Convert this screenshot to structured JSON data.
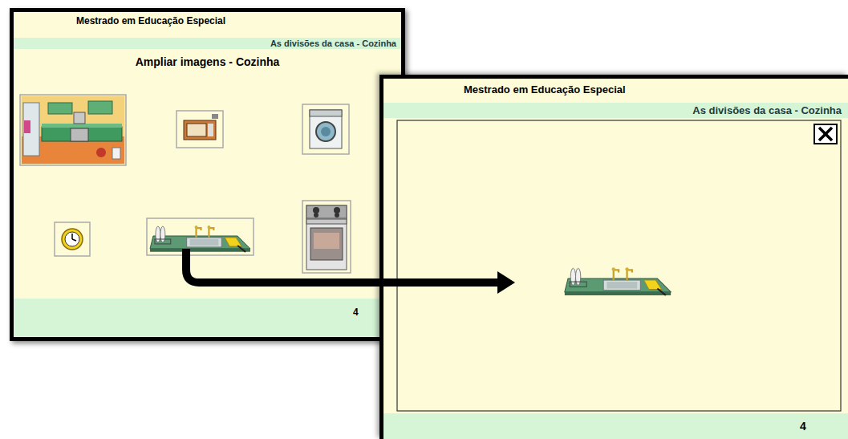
{
  "diagram": {
    "nodes": [
      {
        "text": [
          "Mestrado em Educação Especial",
          "Ampliar imagens - Cozinha"
        ]
      },
      {
        "text": [
          "As divisões da casa - Cozinha"
        ],
        "in": 0
      },
      {
        "text": [
          "4"
        ],
        "in": 0
      },
      {
        "text": [
          "Mestrado em Educação Especial"
        ]
      },
      {
        "text": [
          "As divisões da casa - Cozinha"
        ],
        "in": 3
      },
      {
        "text": [
          "4"
        ],
        "in": 3
      }
    ]
  }
}
